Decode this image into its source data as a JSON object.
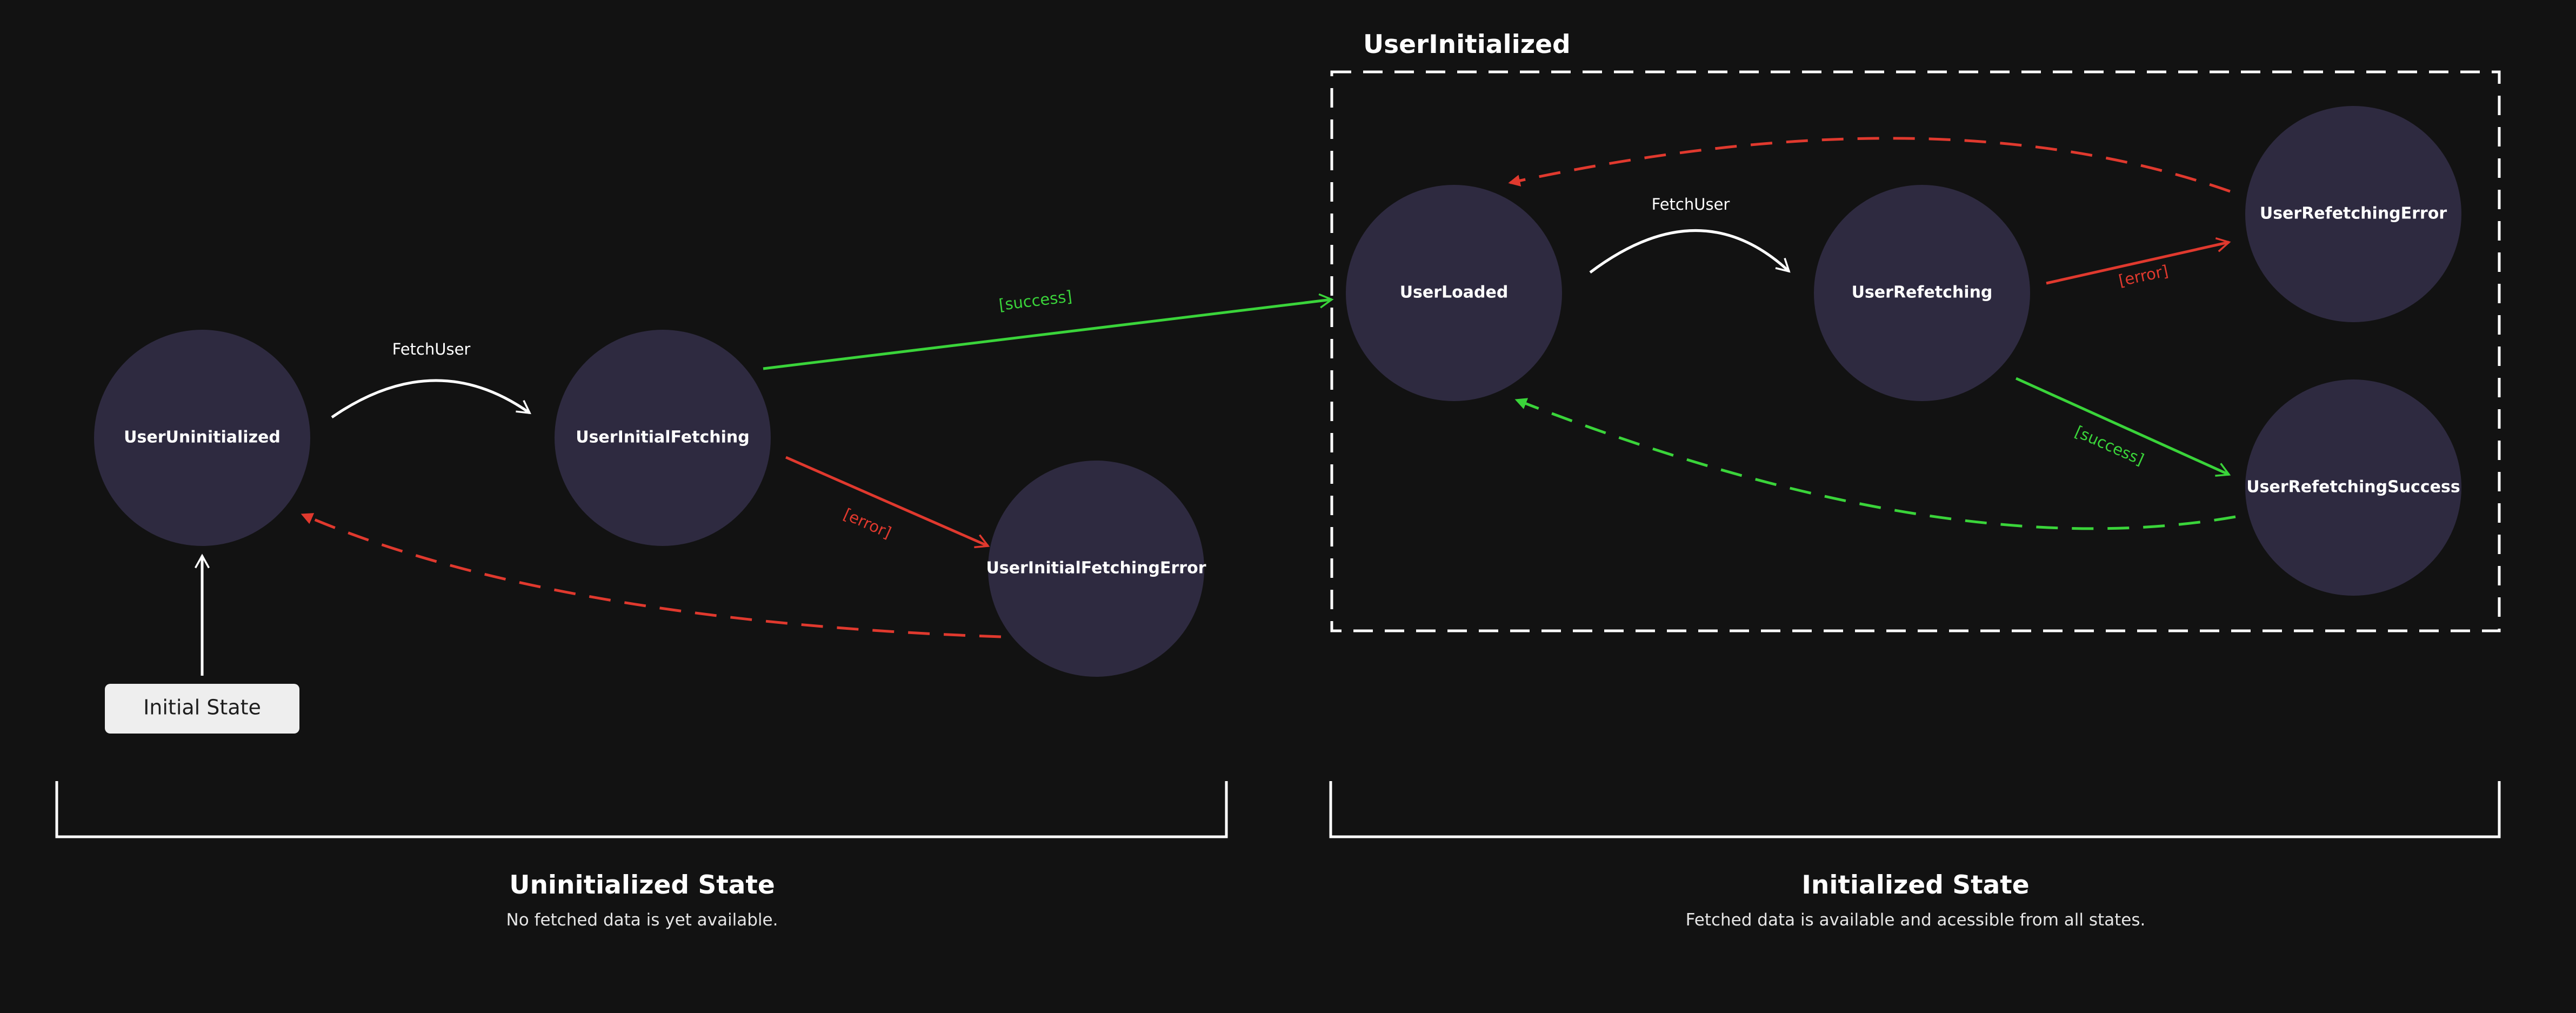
{
  "colors": {
    "background": "#121212",
    "node_fill": "#2e2a40",
    "event": "#ffffff",
    "error": "#e0392e",
    "success": "#3ad43a",
    "group_border": "#ffffff",
    "initial_box": "#eeeeee"
  },
  "nodes": {
    "user_uninitialized": "UserUninitialized",
    "user_initial_fetching": "UserInitialFetching",
    "user_initial_fetching_error": "UserInitialFetchingError",
    "user_loaded": "UserLoaded",
    "user_refetching": "UserRefetching",
    "user_refetching_error": "UserRefetchingError",
    "user_refetching_success": "UserRefetchingSuccess"
  },
  "edges": {
    "fetch_user_1": "FetchUser",
    "fetch_user_2": "FetchUser",
    "success_1": "[success]",
    "error_1": "[error]",
    "error_2": "[error]",
    "success_2": "[success]"
  },
  "initial_state": "Initial State",
  "group": {
    "title": "UserInitialized"
  },
  "sections": {
    "uninitialized": {
      "title": "Uninitialized State",
      "description": "No fetched data is yet available."
    },
    "initialized": {
      "title": "Initialized State",
      "description": "Fetched data is available and acessible from all states."
    }
  }
}
